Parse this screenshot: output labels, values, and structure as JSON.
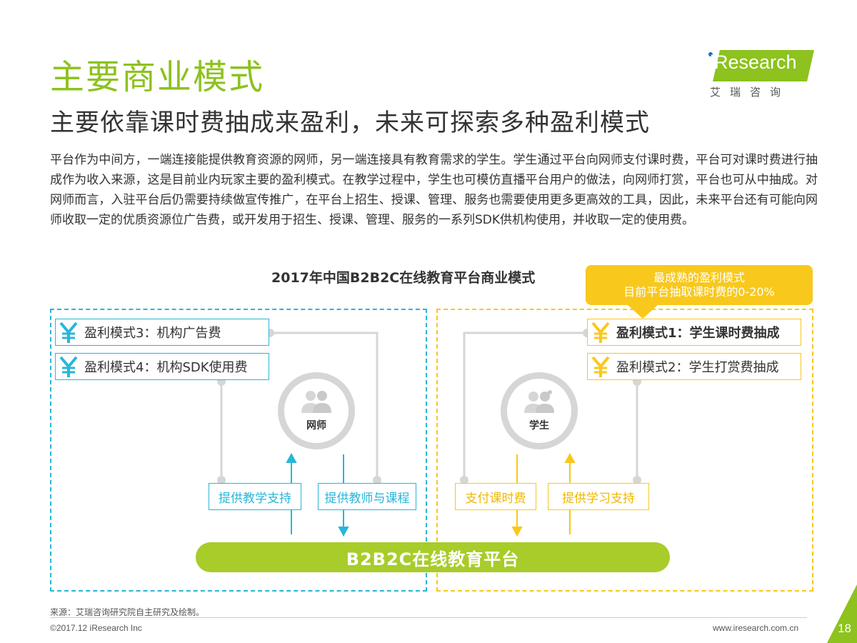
{
  "header": {
    "title": "主要商业模式",
    "subtitle": "主要依靠课时费抽成来盈利，未来可探索多种盈利模式"
  },
  "logo": {
    "brand": "iResearch",
    "cn_name": "艾瑞咨询"
  },
  "body": {
    "paragraph": "平台作为中间方，一端连接能提供教育资源的网师，另一端连接具有教育需求的学生。学生通过平台向网师支付课时费，平台可对课时费进行抽成作为收入来源，这是目前业内玩家主要的盈利模式。在教学过程中，学生也可模仿直播平台用户的做法，向网师打赏，平台也可从中抽成。对网师而言，入驻平台后仍需要持续做宣传推广，在平台上招生、授课、管理、服务也需要使用更多更高效的工具，因此，未来平台还有可能向网师收取一定的优质资源位广告费，或开发用于招生、授课、管理、服务的一系列SDK供机构使用，并收取一定的使用费。"
  },
  "diagram": {
    "title": "2017年中国B2B2C在线教育平台商业模式",
    "callout": {
      "line1": "最成熟的盈利模式",
      "line2": "目前平台抽取课时费的0-20%"
    },
    "teacher_node": "网师",
    "student_node": "学生",
    "platform": "B2B2C在线教育平台",
    "models_left": [
      "盈利模式3：机构广告费",
      "盈利模式4：机构SDK使用费"
    ],
    "models_right": [
      "盈利模式1：学生课时费抽成",
      "盈利模式2：学生打赏费抽成"
    ],
    "actions_left": [
      "提供教学支持",
      "提供教师与课程"
    ],
    "actions_right": [
      "支付课时费",
      "提供学习支持"
    ],
    "colors": {
      "green": "#8dc21f",
      "platform_green": "#a8cc2a",
      "blue": "#29b6d8",
      "yellow": "#f8c81c",
      "gray": "#d6d6d6"
    },
    "icons": [
      "yen-icon",
      "teacher-icon",
      "student-icon"
    ]
  },
  "footer": {
    "source": "来源：艾瑞咨询研究院自主研究及绘制。",
    "copyright": "©2017.12 iResearch Inc",
    "site": "www.iresearch.com.cn",
    "page": "18"
  }
}
